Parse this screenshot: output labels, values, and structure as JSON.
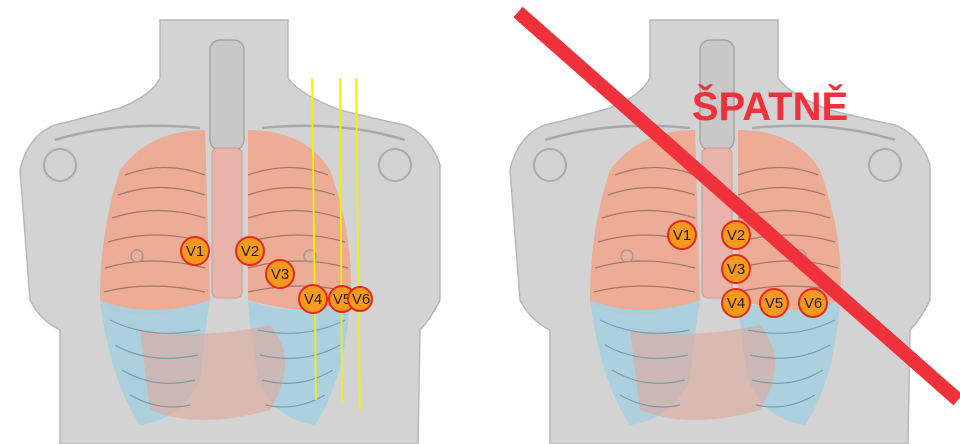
{
  "panels": [
    {
      "id": "correct",
      "electrodes": [
        "V1",
        "V2",
        "V3",
        "V4",
        "V5",
        "V6"
      ]
    },
    {
      "id": "wrong",
      "electrodes": [
        "V1",
        "V2",
        "V3",
        "V4",
        "V5",
        "V6"
      ],
      "warning_text": "ŠPATNĚ"
    }
  ],
  "colors": {
    "skin": "#d3d3d3",
    "lung": "#f0a58a",
    "lower_lung": "#a9cfe0",
    "electrode_fill": "#f59a1f",
    "electrode_stroke": "#e8281b",
    "guide_line": "#f2f200",
    "cross_line": "#f0303a"
  }
}
